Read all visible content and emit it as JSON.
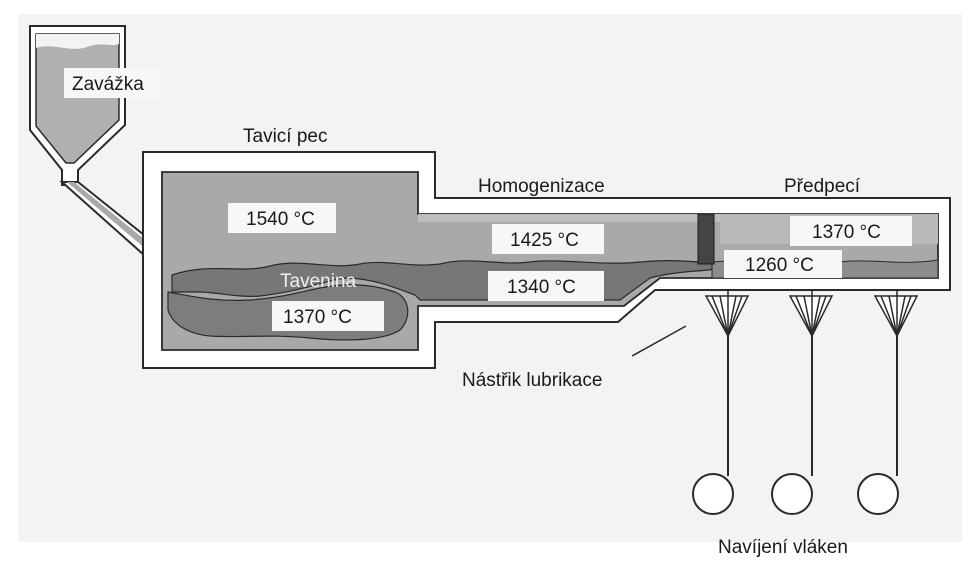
{
  "labels": {
    "charge": "Zavážka",
    "furnace": "Tavicí pec",
    "homogenization": "Homogenizace",
    "forehearth": "Předpecí",
    "melt": "Tavenina",
    "lubrication_spray": "Nástřik lubrikace",
    "fiber_winding": "Navíjení vláken"
  },
  "temperatures": {
    "furnace_top": "1540 °C",
    "furnace_bottom": "1370 °C",
    "homogenization_top": "1425 °C",
    "homogenization_bottom": "1340 °C",
    "forehearth_top": "1370 °C",
    "forehearth_bottom": "1260 °C"
  },
  "colors": {
    "background": "#f3f3f3",
    "chamber": "#a9a9a9",
    "melt": "#777777",
    "outline": "#2a2a2a",
    "label_box": "#f7f7f7",
    "gate": "#444444"
  }
}
